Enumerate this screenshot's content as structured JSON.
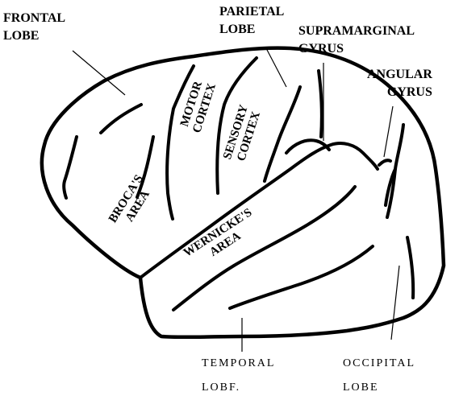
{
  "labels": {
    "frontal_lobe": [
      "FRONTAL",
      "LOBE"
    ],
    "parietal_lobe": [
      "PARIETAL",
      "LOBE"
    ],
    "supramarginal_gyrus": [
      "SUPRAMARGINAL",
      "GYRUS"
    ],
    "angular_gyrus": [
      "ANGULAR",
      "GYRUS"
    ],
    "motor_cortex": [
      "MOTOR",
      "CORTEX"
    ],
    "sensory_cortex": [
      "SENSORY",
      "CORTEX"
    ],
    "brocas_area": [
      "BROCA'S",
      "AREA"
    ],
    "wernickes_area": [
      "WERNICKE'S",
      "AREA"
    ],
    "temporal_lobe": [
      "TEMPORAL",
      "LOBF."
    ],
    "occipital_lobe": [
      "OCCIPITAL",
      "LOBE"
    ]
  }
}
